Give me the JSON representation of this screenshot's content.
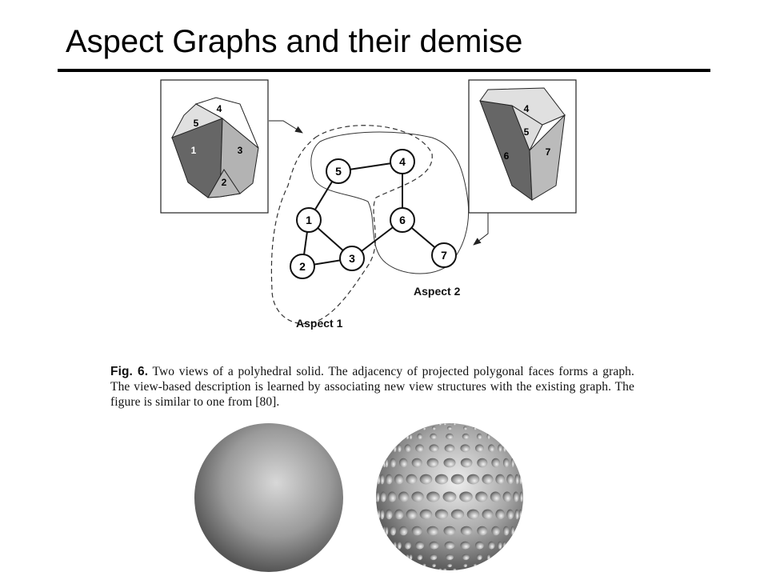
{
  "slide": {
    "title": "Aspect Graphs and their demise"
  },
  "figure": {
    "left_view_faces": [
      "1",
      "2",
      "3",
      "4",
      "5"
    ],
    "right_view_faces": [
      "4",
      "5",
      "6",
      "7"
    ],
    "nodes": [
      "1",
      "2",
      "3",
      "4",
      "5",
      "6",
      "7"
    ],
    "aspect1_label": "Aspect 1",
    "aspect2_label": "Aspect 2",
    "caption_label": "Fig. 6.",
    "caption_text": "Two views of a polyhedral solid. The adjacency of projected polygonal faces forms a graph. The view-based description is learned by associating new view structures with the existing graph. The figure is similar to one from [80]."
  },
  "colors": {
    "title_rule": "#000000",
    "dark_face": "#666666",
    "mid_face": "#b3b3b3",
    "light_face": "#e0e0e0"
  }
}
